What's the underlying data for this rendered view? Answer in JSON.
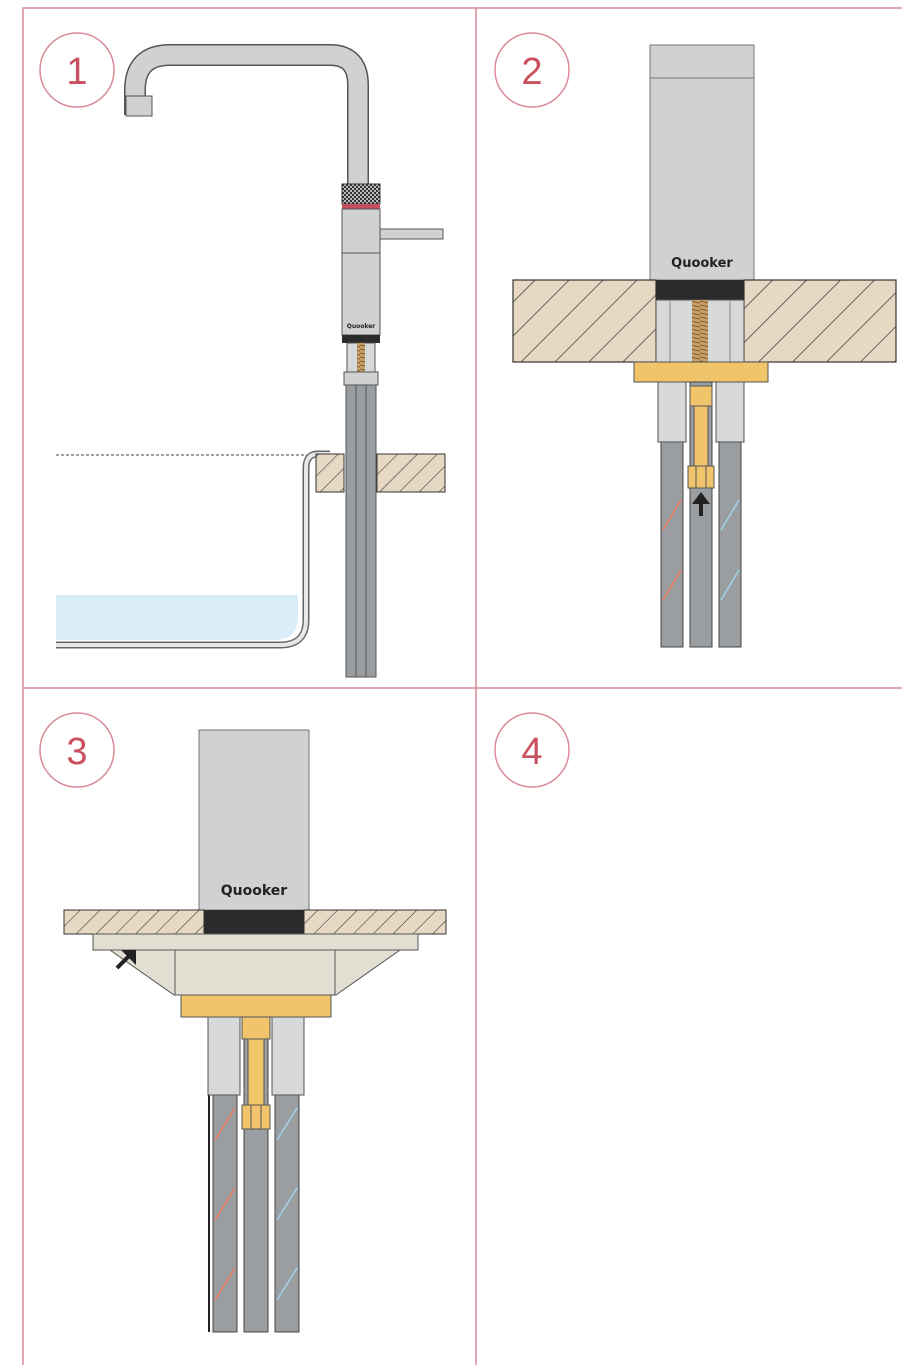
{
  "steps": [
    {
      "number": "1"
    },
    {
      "number": "2"
    },
    {
      "number": "3"
    },
    {
      "number": "4"
    }
  ],
  "brand": {
    "name": "Quooker"
  },
  "colors": {
    "frame": "#d98c98",
    "number": "#c8505f",
    "steel": "#cfd1d3",
    "steel_dark": "#8e9194",
    "wood": "#e6d8c3",
    "brass": "#f0c46a",
    "water": "#d9eef8",
    "black": "#2b2b2b",
    "hose": "#9b9ea1",
    "hose_hot": "#ea7a5a",
    "hose_cold": "#9fd3ea",
    "plate": "#e2dfd2"
  }
}
